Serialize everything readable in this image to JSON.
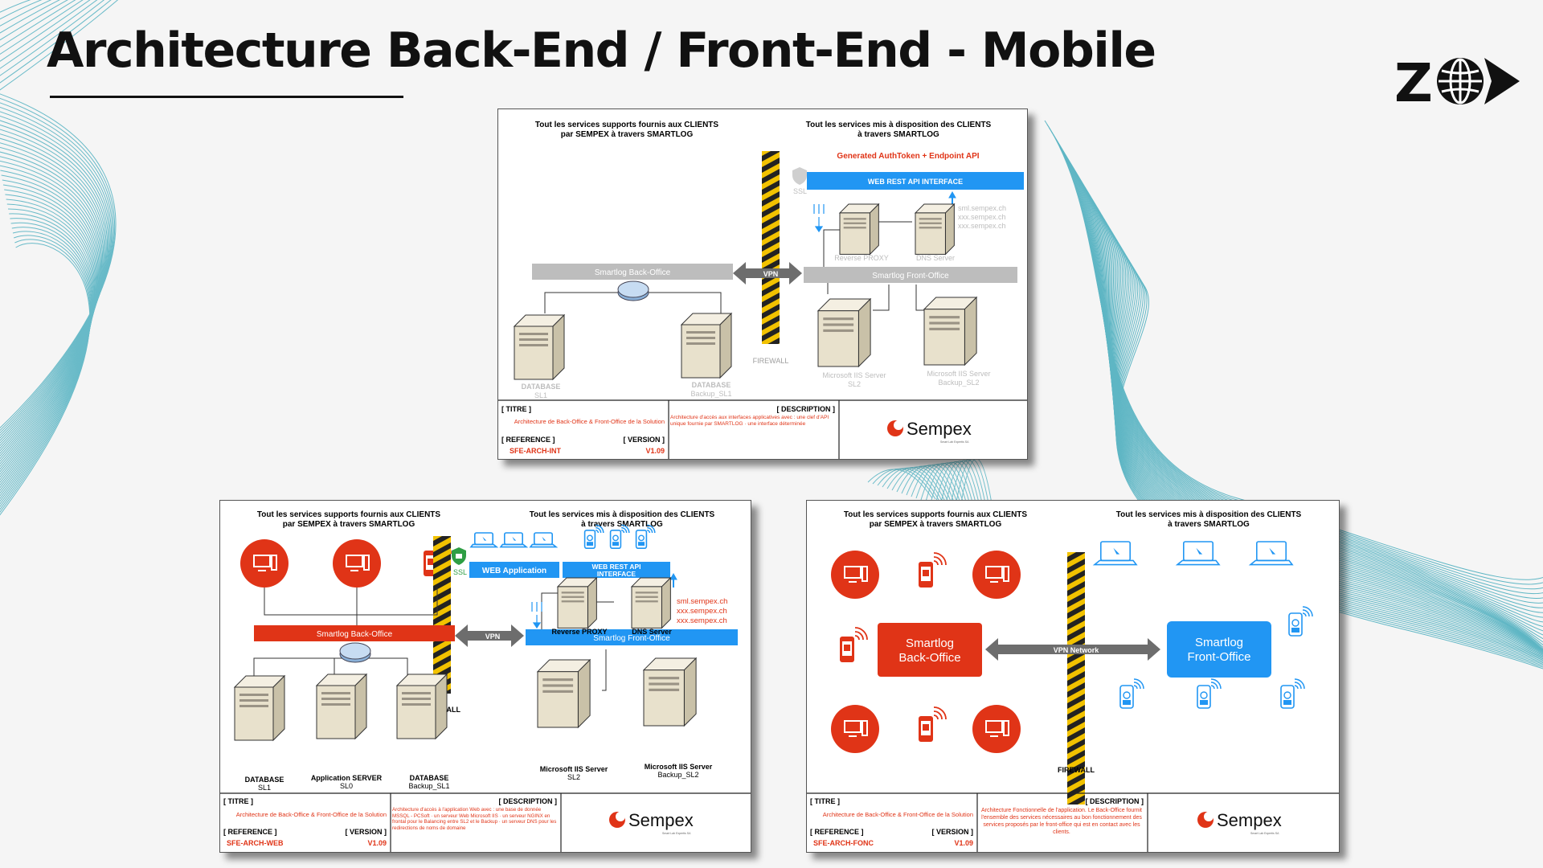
{
  "slide": {
    "title": "Architecture Back-End / Front-End - Mobile"
  },
  "colors": {
    "red": "#e03417",
    "blue": "#2196f3",
    "grey_band": "#bdbdbd",
    "text": "#111111"
  },
  "cards": [
    {
      "header_left": [
        "Tout les services supports fournis aux CLIENTS",
        "par SEMPEX à travers SMARTLOG"
      ],
      "header_right": [
        "Tout les services mis à disposition des CLIENTS",
        "à travers SMARTLOG"
      ],
      "generated_label": "Generated AuthToken + Endpoint API",
      "ssl_label": "SSL",
      "api_bar": "WEB REST API INTERFACE",
      "dns_list": [
        "sml.sempex.ch",
        "xxx.sempex.ch",
        "xxx.sempex.ch"
      ],
      "backoffice_bar": "Smartlog Back-Office",
      "frontoffice_bar": "Smartlog Front-Office",
      "vpn_label": "VPN",
      "firewall_label": "FIREWALL",
      "servers": {
        "proxy": "Reverse PROXY",
        "dns": "DNS Server",
        "db_name": "DATABASE",
        "db_sub": "SL1",
        "backup_name": "DATABASE",
        "backup_sub": "Backup_SL1",
        "iis1_name": "Microsoft IIS Server",
        "iis1_sub": "SL2",
        "iis2_name": "Microsoft IIS Server",
        "iis2_sub": "Backup_SL2"
      },
      "footer": {
        "titre_label": "[ TITRE ]",
        "titre_value": "Architecture de Back-Office & Front-Office de la Solution",
        "reference_label": "[ REFERENCE ]",
        "reference_value": "SFE-ARCH-INT",
        "version_label": "[ VERSION ]",
        "version_value": "V1.09",
        "description_label": "[ DESCRIPTION ]",
        "description_value": "Architecture d'accès aux interfaces applicatives avec : une clef d'API unique fournie par SMARTLOG · une interface déterminée",
        "brand": "Sempex",
        "brand_tagline": "Smart Lab Expertis SA"
      }
    },
    {
      "header_left": [
        "Tout les services supports fournis aux CLIENTS",
        "par SEMPEX à travers SMARTLOG"
      ],
      "header_right": [
        "Tout les services mis à disposition des CLIENTS",
        "à travers SMARTLOG"
      ],
      "ssl_label": "SSL",
      "web_app_bar": "WEB Application",
      "api_bar_lines": [
        "WEB REST API",
        "INTERFACE"
      ],
      "dns_list": [
        "sml.sempex.ch",
        "xxx.sempex.ch",
        "xxx.sempex.ch"
      ],
      "backoffice_bar": "Smartlog Back-Office",
      "frontoffice_bar": "Smartlog Front-Office",
      "vpn_label": "VPN",
      "firewall_label": "FIREWALL",
      "servers": {
        "proxy": "Reverse PROXY",
        "dns": "DNS Server",
        "db_name": "DATABASE",
        "db_sub": "SL1",
        "app_name": "Application SERVER",
        "app_sub": "SL0",
        "backup_name": "DATABASE",
        "backup_sub": "Backup_SL1",
        "iis1_name": "Microsoft IIS Server",
        "iis1_sub": "SL2",
        "iis2_name": "Microsoft IIS Server",
        "iis2_sub": "Backup_SL2"
      },
      "footer": {
        "titre_label": "[ TITRE ]",
        "titre_value": "Architecture de Back-Office & Front-Office de la Solution",
        "reference_label": "[ REFERENCE ]",
        "reference_value": "SFE-ARCH-WEB",
        "version_label": "[ VERSION ]",
        "version_value": "V1.09",
        "description_label": "[ DESCRIPTION ]",
        "description_value": "Architecture d'accès à l'application Web avec : une base de donnée MSSQL - PCSoft · un serveur Web Microsoft IIS · un serveur NGINX en frontal pour le Balancing entre SL2 et le Backup · un serveur DNS pour les redirections de noms de domaine",
        "brand": "Sempex",
        "brand_tagline": "Smart Lab Expertis SA"
      }
    },
    {
      "header_left": [
        "Tout les services supports fournis aux CLIENTS",
        "par SEMPEX à travers SMARTLOG"
      ],
      "header_right": [
        "Tout les services mis à disposition des CLIENTS",
        "à travers SMARTLOG"
      ],
      "backoffice_box": [
        "Smartlog",
        "Back-Office"
      ],
      "frontoffice_box": [
        "Smartlog",
        "Front-Office"
      ],
      "vpn_label": "VPN Network",
      "firewall_label": "FIREWALL",
      "footer": {
        "titre_label": "[ TITRE ]",
        "titre_value": "Architecture de Back-Office & Front-Office de la Solution",
        "reference_label": "[ REFERENCE ]",
        "reference_value": "SFE-ARCH-FONC",
        "version_label": "[ VERSION ]",
        "version_value": "V1.09",
        "description_label": "[ DESCRIPTION ]",
        "description_value": "Architecture Fonctionnelle de l'application. Le Back-Office fournit l'ensemble des services nécessaires au bon fonctionnement des services proposés par le front-office qui est en contact avec les clients.",
        "brand": "Sempex",
        "brand_tagline": "Smart Lab Expertis SA"
      }
    }
  ]
}
